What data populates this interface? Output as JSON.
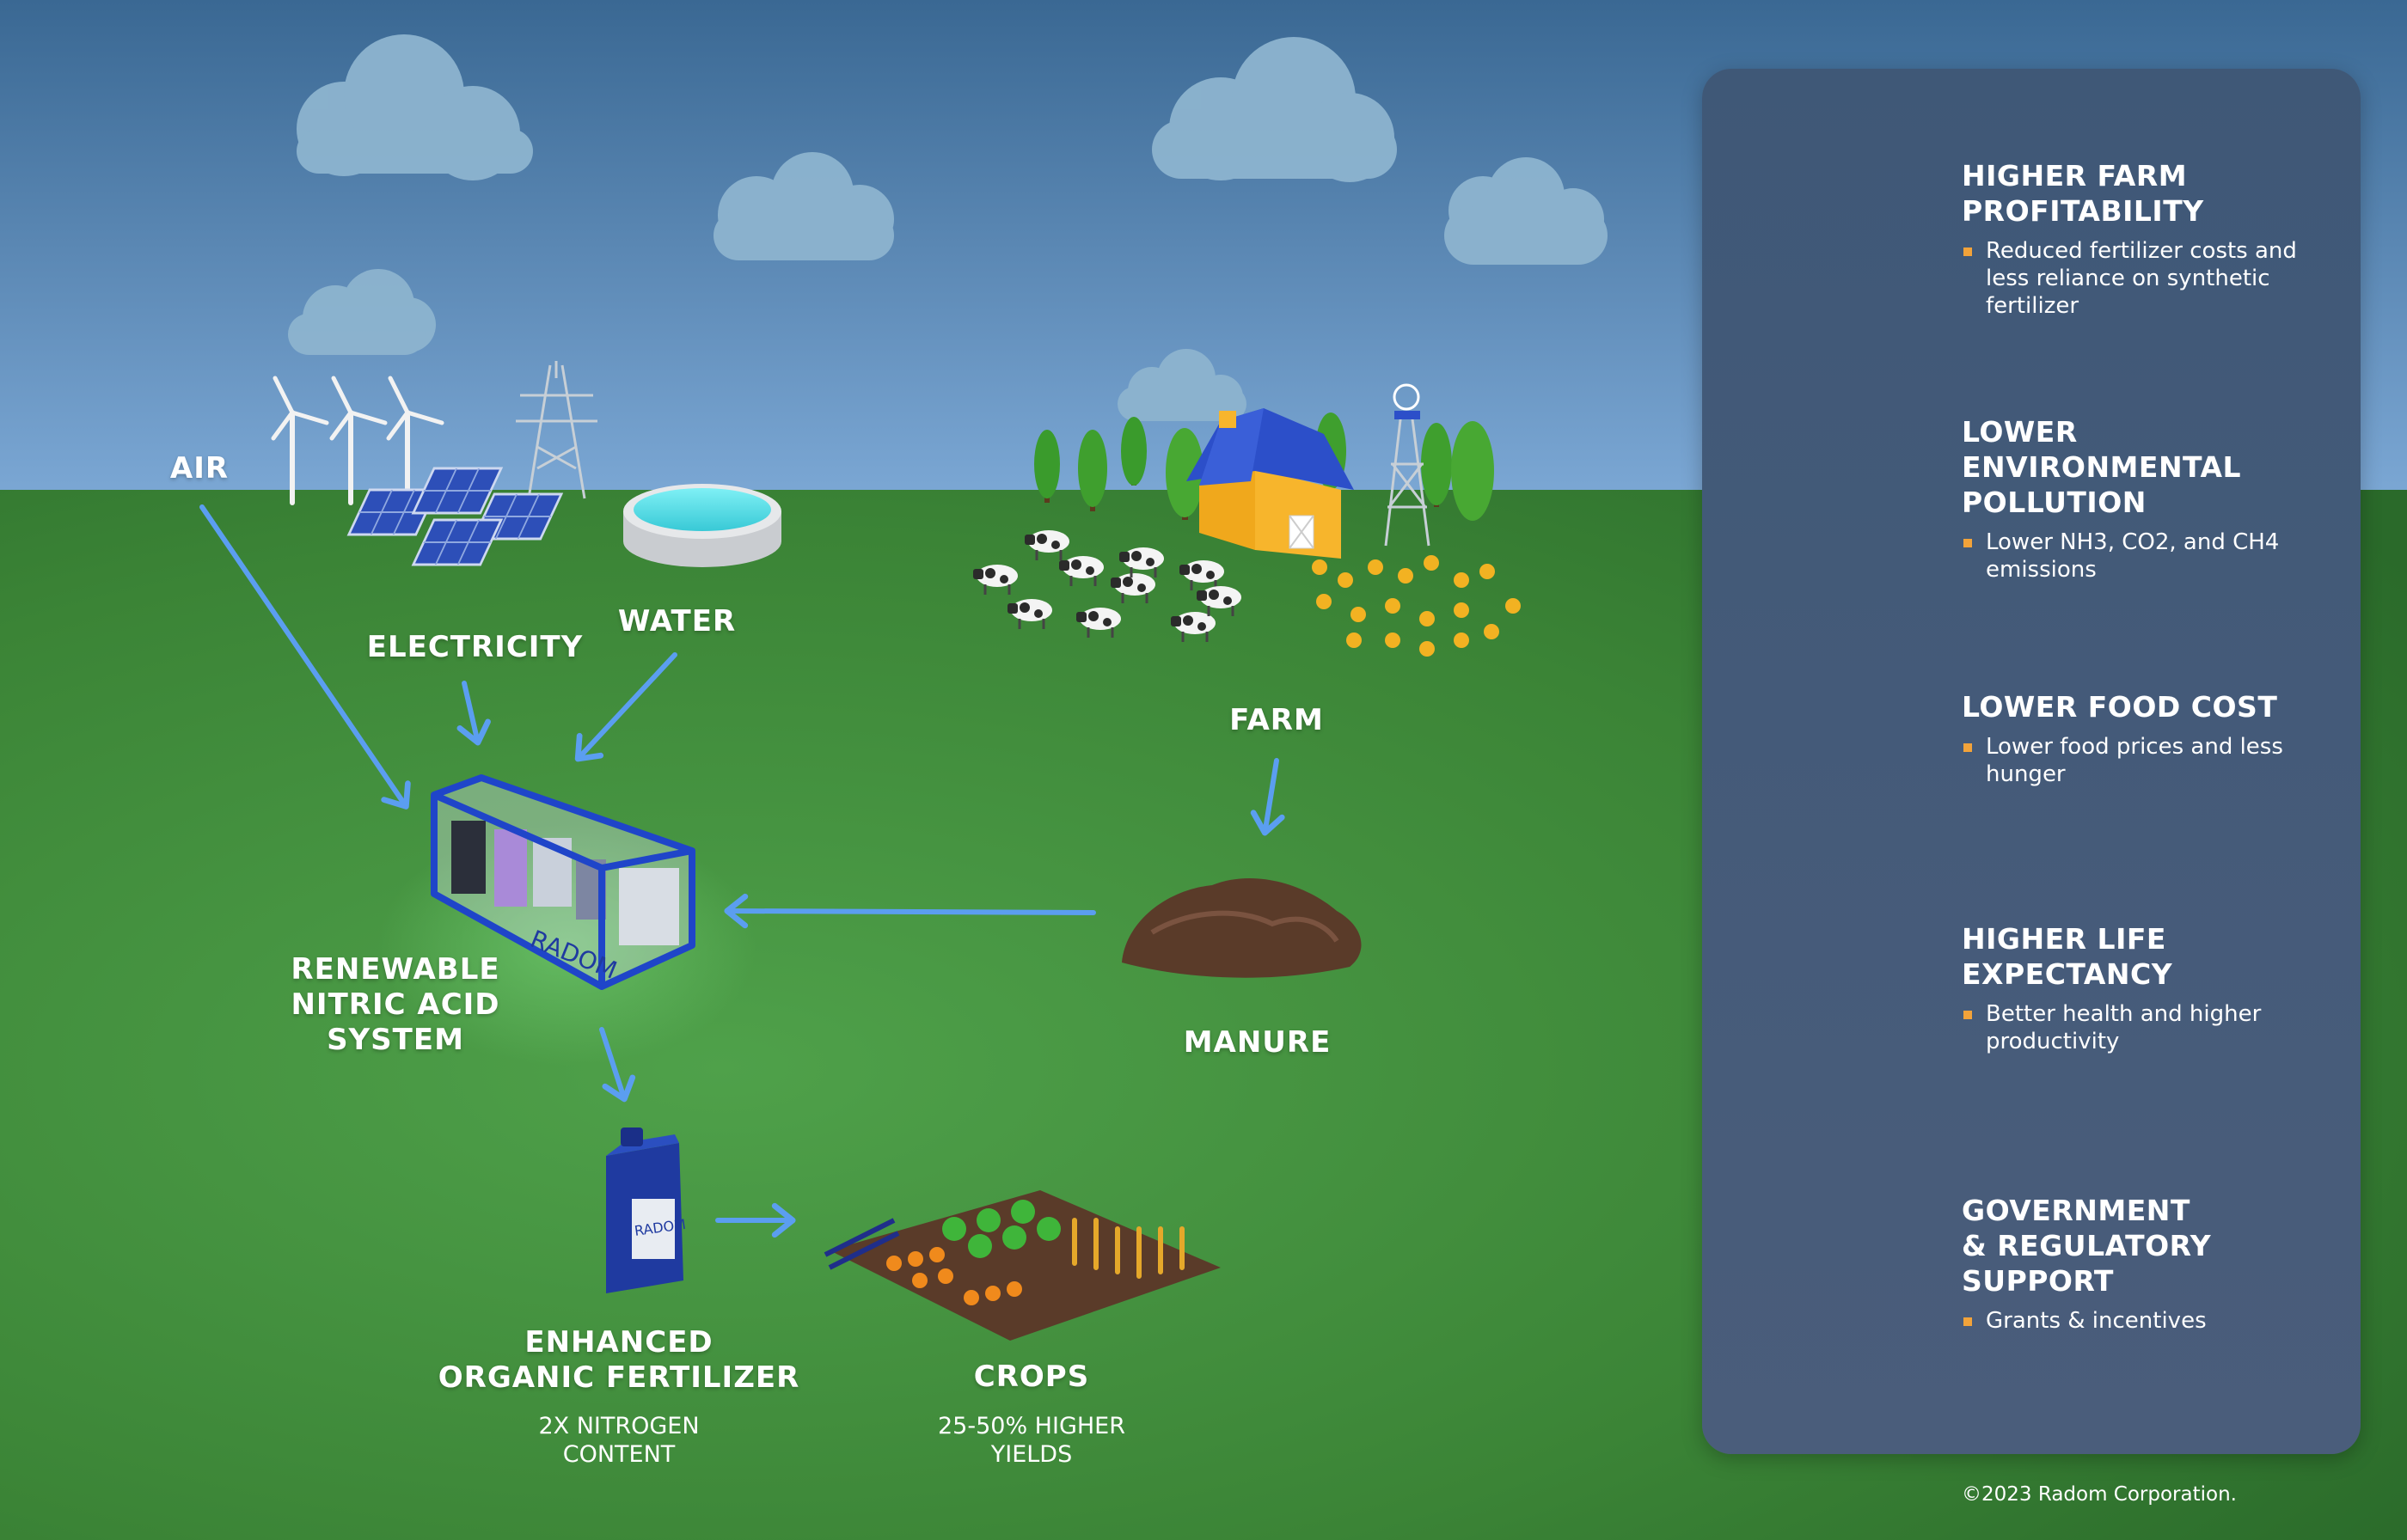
{
  "labels": {
    "air": "AIR",
    "electricity": "ELECTRICITY",
    "water": "WATER",
    "farm": "FARM",
    "manure": "MANURE",
    "system": [
      "RENEWABLE",
      "NITRIC ACID",
      "SYSTEM"
    ],
    "fertilizer": [
      "ENHANCED",
      "ORGANIC FERTILIZER"
    ],
    "fertilizer_note": [
      "2X NITROGEN",
      "CONTENT"
    ],
    "crops": "CROPS",
    "crops_note": [
      "25-50% HIGHER",
      "YIELDS"
    ],
    "brand_on_container": "RADOM",
    "brand_on_jug": "RADOM"
  },
  "benefits": [
    {
      "title": [
        "HIGHER FARM",
        "PROFITABILITY"
      ],
      "text": "Reduced fertilizer costs and less reliance on synthetic fertilizer",
      "icon": "rising-chart-icon"
    },
    {
      "title": [
        "LOWER",
        "ENVIRONMENTAL",
        "POLLUTION"
      ],
      "text": "Lower NH3, CO2, and CH4 emissions",
      "icon": "cooling-towers-icon"
    },
    {
      "title": [
        "LOWER FOOD COST"
      ],
      "text": "Lower food prices and less hunger",
      "icon": "food-bowl-thumbs-icon"
    },
    {
      "title": [
        "HIGHER LIFE",
        "EXPECTANCY"
      ],
      "text": "Better health and higher productivity",
      "icon": "hourglass-life-icon"
    },
    {
      "title": [
        "GOVERNMENT",
        "& REGULATORY",
        "SUPPORT"
      ],
      "text": "Grants & incentives",
      "icon": "document-gavel-icon"
    }
  ],
  "copyright": "©2023 Radom Corporation.",
  "colors": {
    "sky_top": "#3b6a96",
    "sky_bottom": "#7aa6d3",
    "grass": "#3f8a3a",
    "arrow": "#5b9ef0",
    "panel": "#44597a",
    "bullet": "#f2a33a"
  }
}
